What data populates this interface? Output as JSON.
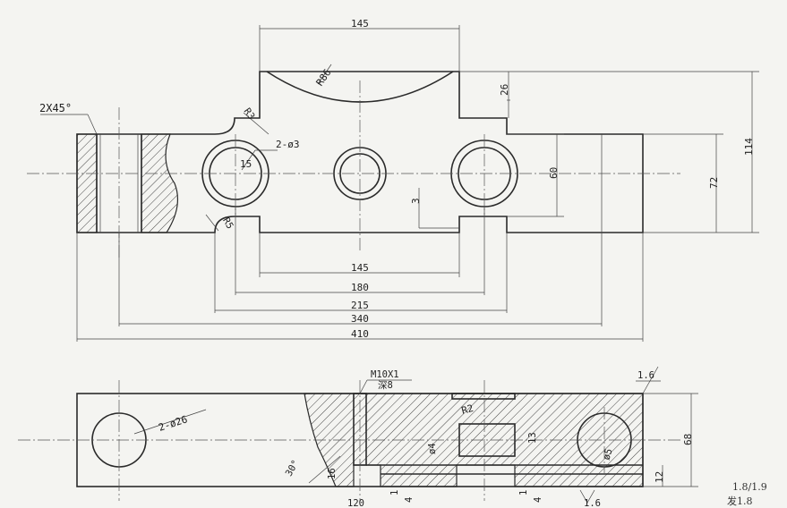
{
  "top_view": {
    "dims": {
      "d145_top": "145",
      "r86": "R86",
      "d26": "26",
      "chamfer": "2X45°",
      "r3_top": "R3",
      "holes": "2-ø3",
      "d15": "15",
      "d60": "60",
      "d72": "72",
      "d114": "114",
      "d3": "3",
      "r5": "R5",
      "d145_bottom": "145",
      "d180": "180",
      "d215": "215",
      "d340": "340",
      "d410": "410"
    }
  },
  "bottom_view": {
    "dims": {
      "thread": "M10X1",
      "depth": "深8",
      "r2": "R2",
      "hole26": "2-ø26",
      "phi4": "ø4",
      "d13": "13",
      "phi5": "ø5",
      "d68": "68",
      "d12": "12",
      "angle": "30°",
      "d16": "16",
      "d1a": "1",
      "d4a": "4",
      "d120": "120",
      "d1b": "1",
      "d4b": "4",
      "rough1": "1.6",
      "rough2": "1.6"
    }
  },
  "notes": {
    "line1": "1.8/1.9",
    "line2": "发1.8"
  }
}
